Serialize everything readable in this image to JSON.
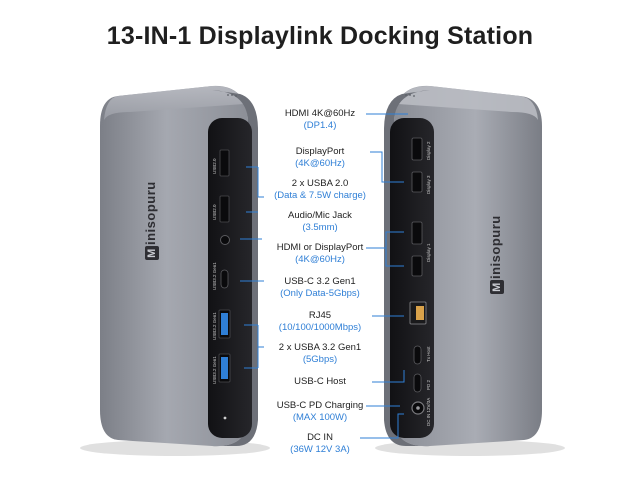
{
  "title": "13-IN-1 Displaylink Docking Station",
  "brand": "inisopuru",
  "brand_mark": "M",
  "specs": [
    {
      "name": "HDMI 4K@60Hz",
      "detail": "(DP1.4)"
    },
    {
      "name": "DisplayPort",
      "detail": "(4K@60Hz)"
    },
    {
      "name": "2 x USBA 2.0",
      "detail": "(Data & 7.5W charge)"
    },
    {
      "name": "Audio/Mic Jack",
      "detail": "(3.5mm)"
    },
    {
      "name": "HDMI or DisplayPort",
      "detail": "(4K@60Hz)"
    },
    {
      "name": "USB-C 3.2 Gen1",
      "detail": "(Only Data-5Gbps)"
    },
    {
      "name": "RJ45",
      "detail": "(10/100/1000Mbps)"
    },
    {
      "name": "2 x USBA 3.2 Gen1",
      "detail": "(5Gbps)"
    },
    {
      "name": "USB-C Host",
      "detail": ""
    },
    {
      "name": "USB-C PD Charging",
      "detail": "(MAX 100W)"
    },
    {
      "name": "DC IN",
      "detail": "(36W 12V 3A)"
    }
  ],
  "left_port_labels": [
    "USB2.0",
    "USB2.0",
    "USB3.2 Gen1",
    "USB3.2 Gen1",
    "USB3.2 Gen1"
  ],
  "right_port_labels": [
    "Display 2",
    "Display 3",
    "Display 1",
    "Tx Host",
    "PD 2",
    "DC IN 12V/3A"
  ],
  "colors": {
    "accent": "#2f7fd6",
    "connector": "#2f7fd6",
    "body": "#8d9099",
    "panel": "#1b1b1e"
  }
}
